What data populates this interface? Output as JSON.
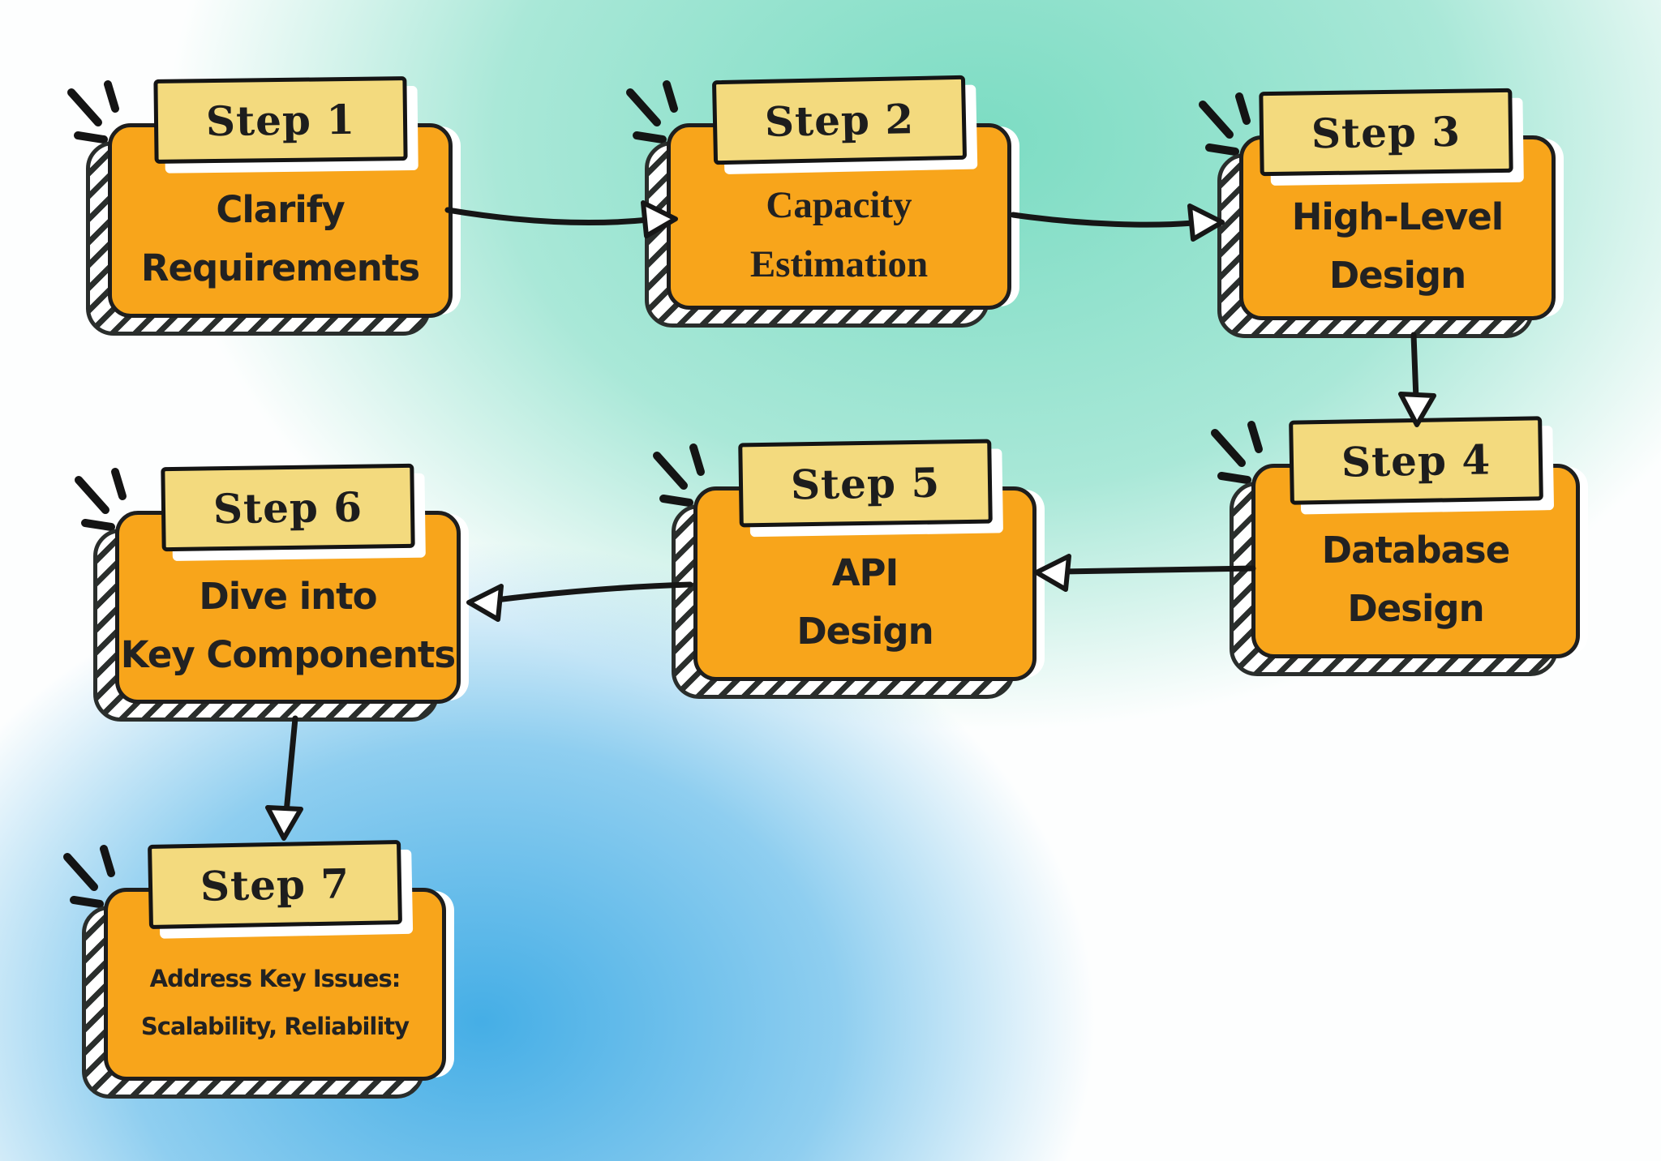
{
  "title": "System design interview steps flowchart",
  "palette": {
    "box_orange": "#F8A51B",
    "header_yellow": "#F3DA7E",
    "ink": "#1E1E1E",
    "hatch_ink": "#2A2E2C",
    "bg_teal": "#7CDCC3",
    "bg_blue": "#45AEE6"
  },
  "steps": [
    {
      "name": "step-1",
      "label": "Step 1",
      "lines": [
        "Clarify",
        "Requirements"
      ]
    },
    {
      "name": "step-2",
      "label": "Step 2",
      "lines": [
        "Capacity",
        "Estimation"
      ]
    },
    {
      "name": "step-3",
      "label": "Step 3",
      "lines": [
        "High-Level",
        "Design"
      ]
    },
    {
      "name": "step-4",
      "label": "Step 4",
      "lines": [
        "Database",
        "Design"
      ]
    },
    {
      "name": "step-5",
      "label": "Step 5",
      "lines": [
        "API",
        "Design"
      ]
    },
    {
      "name": "step-6",
      "label": "Step 6",
      "lines": [
        "Dive into",
        "Key Components"
      ]
    },
    {
      "name": "step-7",
      "label": "Step 7",
      "lines": [
        "Address Key Issues:",
        "Scalability, Reliability"
      ]
    }
  ],
  "arrows": [
    {
      "from": "step-1",
      "to": "step-2"
    },
    {
      "from": "step-2",
      "to": "step-3"
    },
    {
      "from": "step-3",
      "to": "step-4"
    },
    {
      "from": "step-4",
      "to": "step-5"
    },
    {
      "from": "step-5",
      "to": "step-6"
    },
    {
      "from": "step-6",
      "to": "step-7"
    }
  ]
}
